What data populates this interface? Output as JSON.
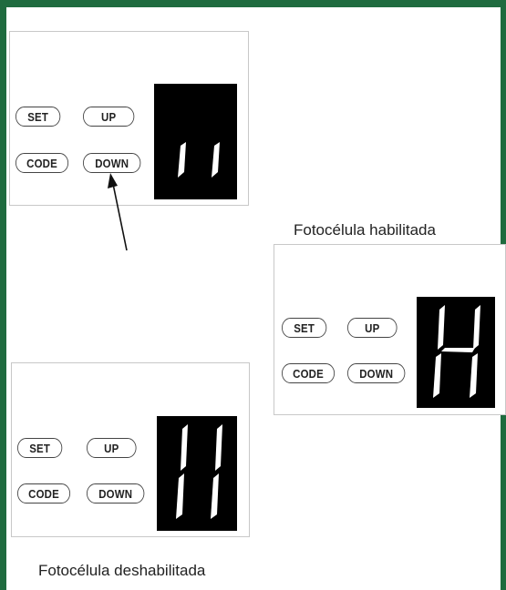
{
  "colors": {
    "frame_border": "#1f6b3f",
    "segment": "#ffffff",
    "display_bg": "#000000"
  },
  "panels": [
    {
      "id": "top-left",
      "buttons": {
        "set": "SET",
        "up": "UP",
        "code": "CODE",
        "down": "DOWN"
      },
      "display_icon": "seven-segment-double-bar-short"
    },
    {
      "id": "right",
      "buttons": {
        "set": "SET",
        "up": "UP",
        "code": "CODE",
        "down": "DOWN"
      },
      "display_icon": "seven-segment-H"
    },
    {
      "id": "bottom-left",
      "buttons": {
        "set": "SET",
        "up": "UP",
        "code": "CODE",
        "down": "DOWN"
      },
      "display_icon": "seven-segment-double-bar-full"
    }
  ],
  "captions": {
    "enabled": "Fotocélula habilitada",
    "disabled": "Fotocélula deshabilitada"
  },
  "arrow_icon": "arrow-up-icon"
}
